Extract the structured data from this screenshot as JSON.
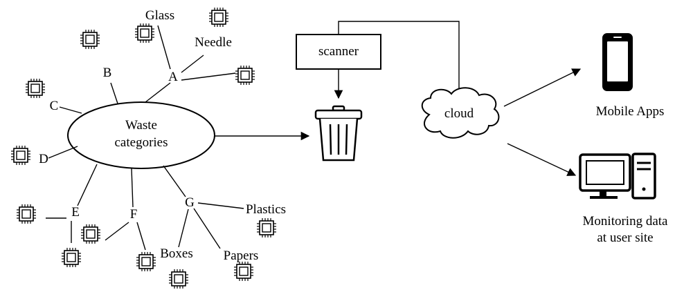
{
  "center_node": {
    "line1": "Waste",
    "line2": "categories"
  },
  "categories": {
    "a": "A",
    "b": "B",
    "c": "C",
    "d": "D",
    "e": "E",
    "f": "F",
    "g": "G"
  },
  "subcategories": {
    "glass": "Glass",
    "needle": "Needle",
    "plastics": "Plastics",
    "papers": "Papers",
    "boxes": "Boxes"
  },
  "scanner": "scanner",
  "cloud": "cloud",
  "outputs": {
    "mobile": "Mobile Apps",
    "monitor_line1": "Monitoring data",
    "monitor_line2": "at user site"
  },
  "icons": {
    "chip": "microchip-sensor-icon",
    "bin": "trash-bin-icon",
    "phone": "smartphone-icon",
    "computer": "desktop-computer-icon"
  }
}
